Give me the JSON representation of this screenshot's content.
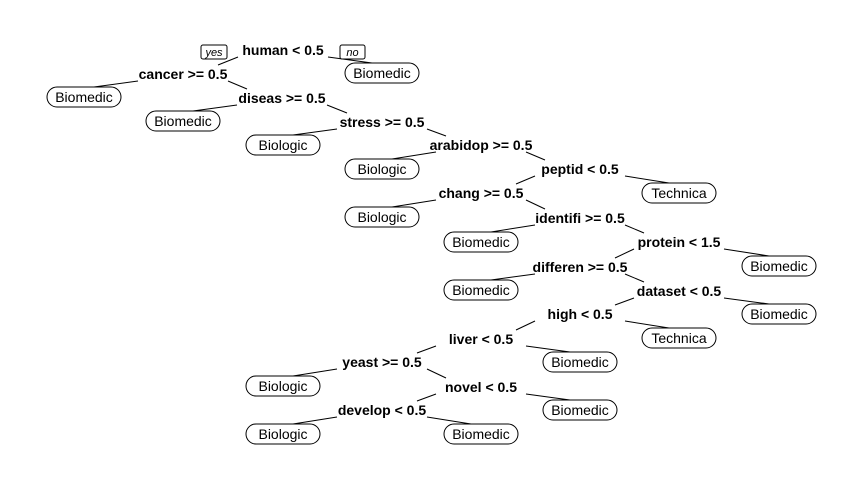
{
  "yes_label": "yes",
  "no_label": "no",
  "splits": [
    {
      "id": "s1",
      "label": "human < 0.5"
    },
    {
      "id": "s2",
      "label": "cancer >= 0.5"
    },
    {
      "id": "s3",
      "label": "diseas >= 0.5"
    },
    {
      "id": "s4",
      "label": "stress >= 0.5"
    },
    {
      "id": "s5",
      "label": "arabidop >= 0.5"
    },
    {
      "id": "s6",
      "label": "peptid < 0.5"
    },
    {
      "id": "s7",
      "label": "chang >= 0.5"
    },
    {
      "id": "s8",
      "label": "identifi >= 0.5"
    },
    {
      "id": "s9",
      "label": "protein < 1.5"
    },
    {
      "id": "s10",
      "label": "differen >= 0.5"
    },
    {
      "id": "s11",
      "label": "dataset < 0.5"
    },
    {
      "id": "s12",
      "label": "high < 0.5"
    },
    {
      "id": "s13",
      "label": "liver < 0.5"
    },
    {
      "id": "s14",
      "label": "yeast >= 0.5"
    },
    {
      "id": "s15",
      "label": "novel < 0.5"
    },
    {
      "id": "s16",
      "label": "develop < 0.5"
    }
  ],
  "leaves": [
    {
      "id": "l1",
      "label": "Biomedic"
    },
    {
      "id": "l2",
      "label": "Biomedic"
    },
    {
      "id": "l3",
      "label": "Biomedic"
    },
    {
      "id": "l4",
      "label": "Biologic"
    },
    {
      "id": "l5",
      "label": "Biologic"
    },
    {
      "id": "l6",
      "label": "Technica"
    },
    {
      "id": "l7",
      "label": "Biologic"
    },
    {
      "id": "l8",
      "label": "Biomedic"
    },
    {
      "id": "l9",
      "label": "Biomedic"
    },
    {
      "id": "l10",
      "label": "Biomedic"
    },
    {
      "id": "l11",
      "label": "Biomedic"
    },
    {
      "id": "l12",
      "label": "Technica"
    },
    {
      "id": "l13",
      "label": "Biomedic"
    },
    {
      "id": "l14",
      "label": "Biologic"
    },
    {
      "id": "l15",
      "label": "Biomedic"
    },
    {
      "id": "l16",
      "label": "Biologic"
    },
    {
      "id": "l17",
      "label": "Biomedic"
    }
  ]
}
